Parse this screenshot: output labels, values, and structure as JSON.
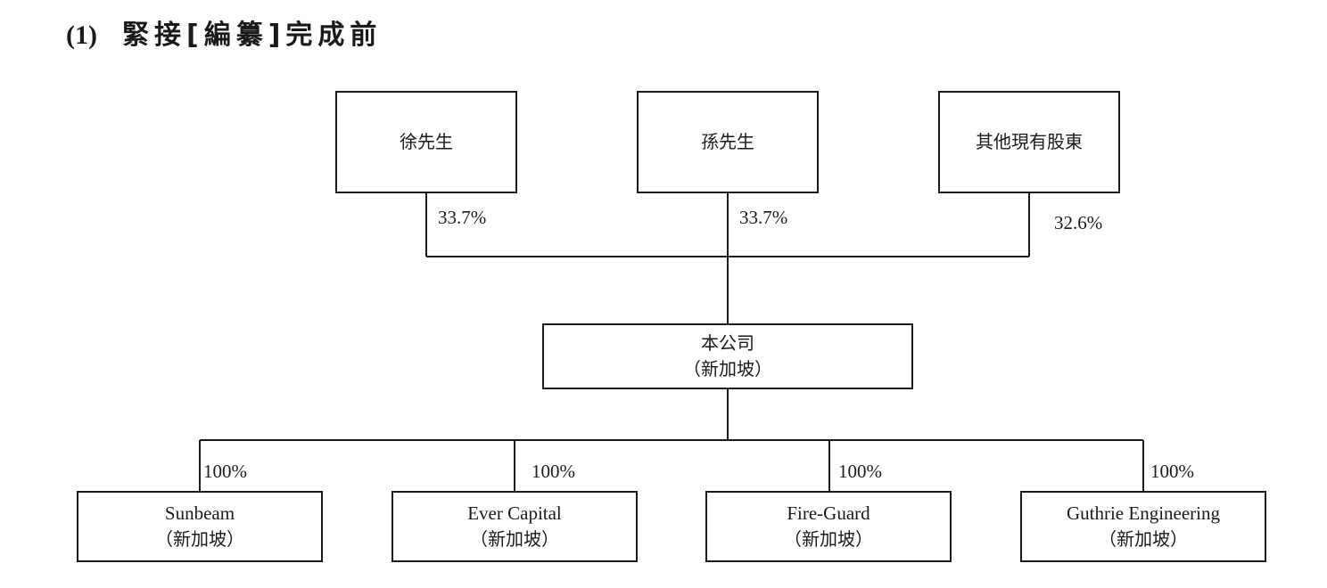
{
  "heading": {
    "number": "(1)",
    "title": "緊接[編纂]完成前"
  },
  "shareholders": [
    {
      "name": "徐先生",
      "percent": "33.7%"
    },
    {
      "name": "孫先生",
      "percent": "33.7%"
    },
    {
      "name": "其他現有股東",
      "percent": "32.6%"
    }
  ],
  "company": {
    "name": "本公司",
    "location": "（新加坡）"
  },
  "subsidiaries": [
    {
      "name": "Sunbeam",
      "location": "（新加坡）",
      "percent": "100%"
    },
    {
      "name": "Ever Capital",
      "location": "（新加坡）",
      "percent": "100%"
    },
    {
      "name": "Fire-Guard",
      "location": "（新加坡）",
      "percent": "100%"
    },
    {
      "name": "Guthrie Engineering",
      "location": "（新加坡）",
      "percent": "100%"
    }
  ]
}
